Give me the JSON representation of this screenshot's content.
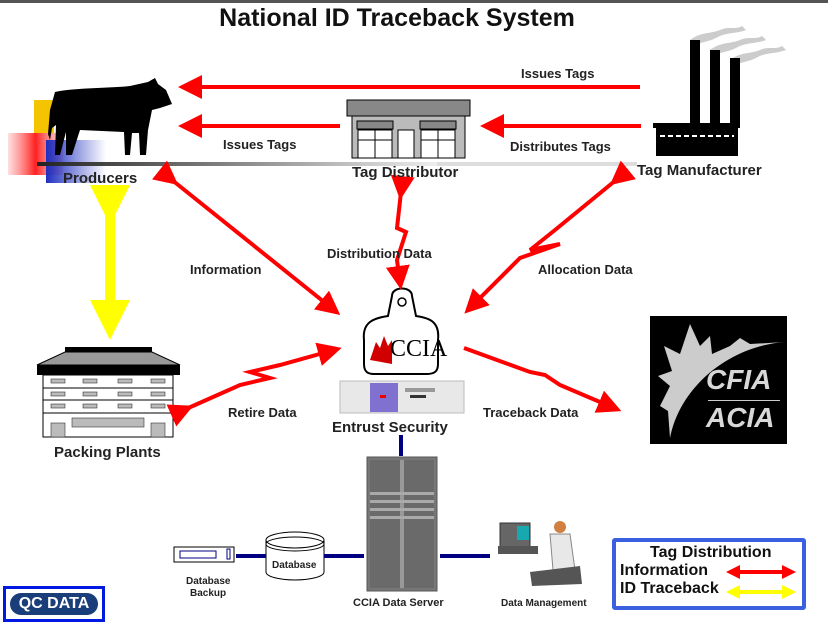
{
  "title": "National ID Traceback System",
  "nodes": {
    "producers": "Producers",
    "tag_distributor": "Tag Distributor",
    "tag_manufacturer": "Tag Manufacturer",
    "packing_plants": "Packing Plants",
    "ccia_tag": "CCIA",
    "entrust": "Entrust Security",
    "cfia_line1": "CFIA",
    "cfia_line2": "ACIA",
    "database": "Database",
    "database_backup_line1": "Database",
    "database_backup_line2": "Backup",
    "ccia_server": "CCIA Data Server",
    "data_management": "Data Management"
  },
  "edges": {
    "issues_tags_top": "Issues Tags",
    "issues_tags_mid": "Issues Tags",
    "distributes_tags": "Distributes Tags",
    "information": "Information",
    "distribution_data": "Distribution Data",
    "allocation_data": "Allocation Data",
    "retire_data": "Retire Data",
    "traceback_data": "Traceback Data"
  },
  "legend": {
    "title": "Tag Distribution",
    "items": [
      {
        "label": "Information",
        "color": "#ff0000"
      },
      {
        "label": "ID Traceback",
        "color": "#ffff00"
      }
    ]
  },
  "logo": "QC DATA",
  "colors": {
    "arrow_red": "#ff0000",
    "arrow_yellow": "#ffff00",
    "link_navy": "#000080",
    "legend_border": "#3a5fe0"
  }
}
